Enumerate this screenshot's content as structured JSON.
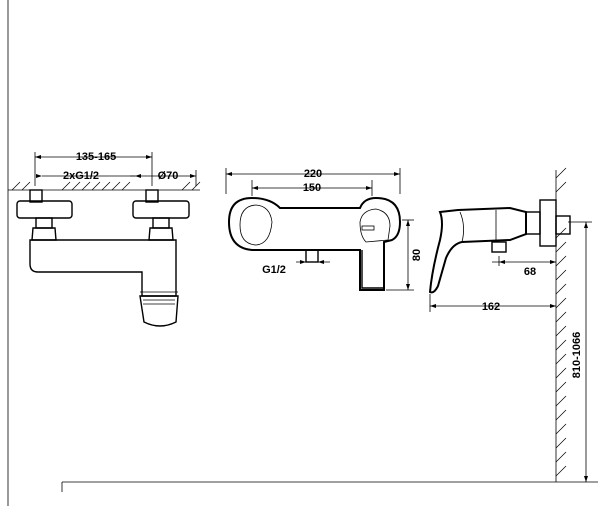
{
  "dimensions": {
    "front_spacing": "135-165",
    "inlet_threads": "2xG1/2",
    "escutcheon_dia": "Ø70",
    "body_length": "220",
    "inlet_center": "150",
    "outlet_thread": "G1/2",
    "height": "80",
    "projection": "162",
    "outlet_offset": "68",
    "install_height": "810-1066"
  },
  "colors": {
    "line": "#000000",
    "background": "#ffffff"
  }
}
